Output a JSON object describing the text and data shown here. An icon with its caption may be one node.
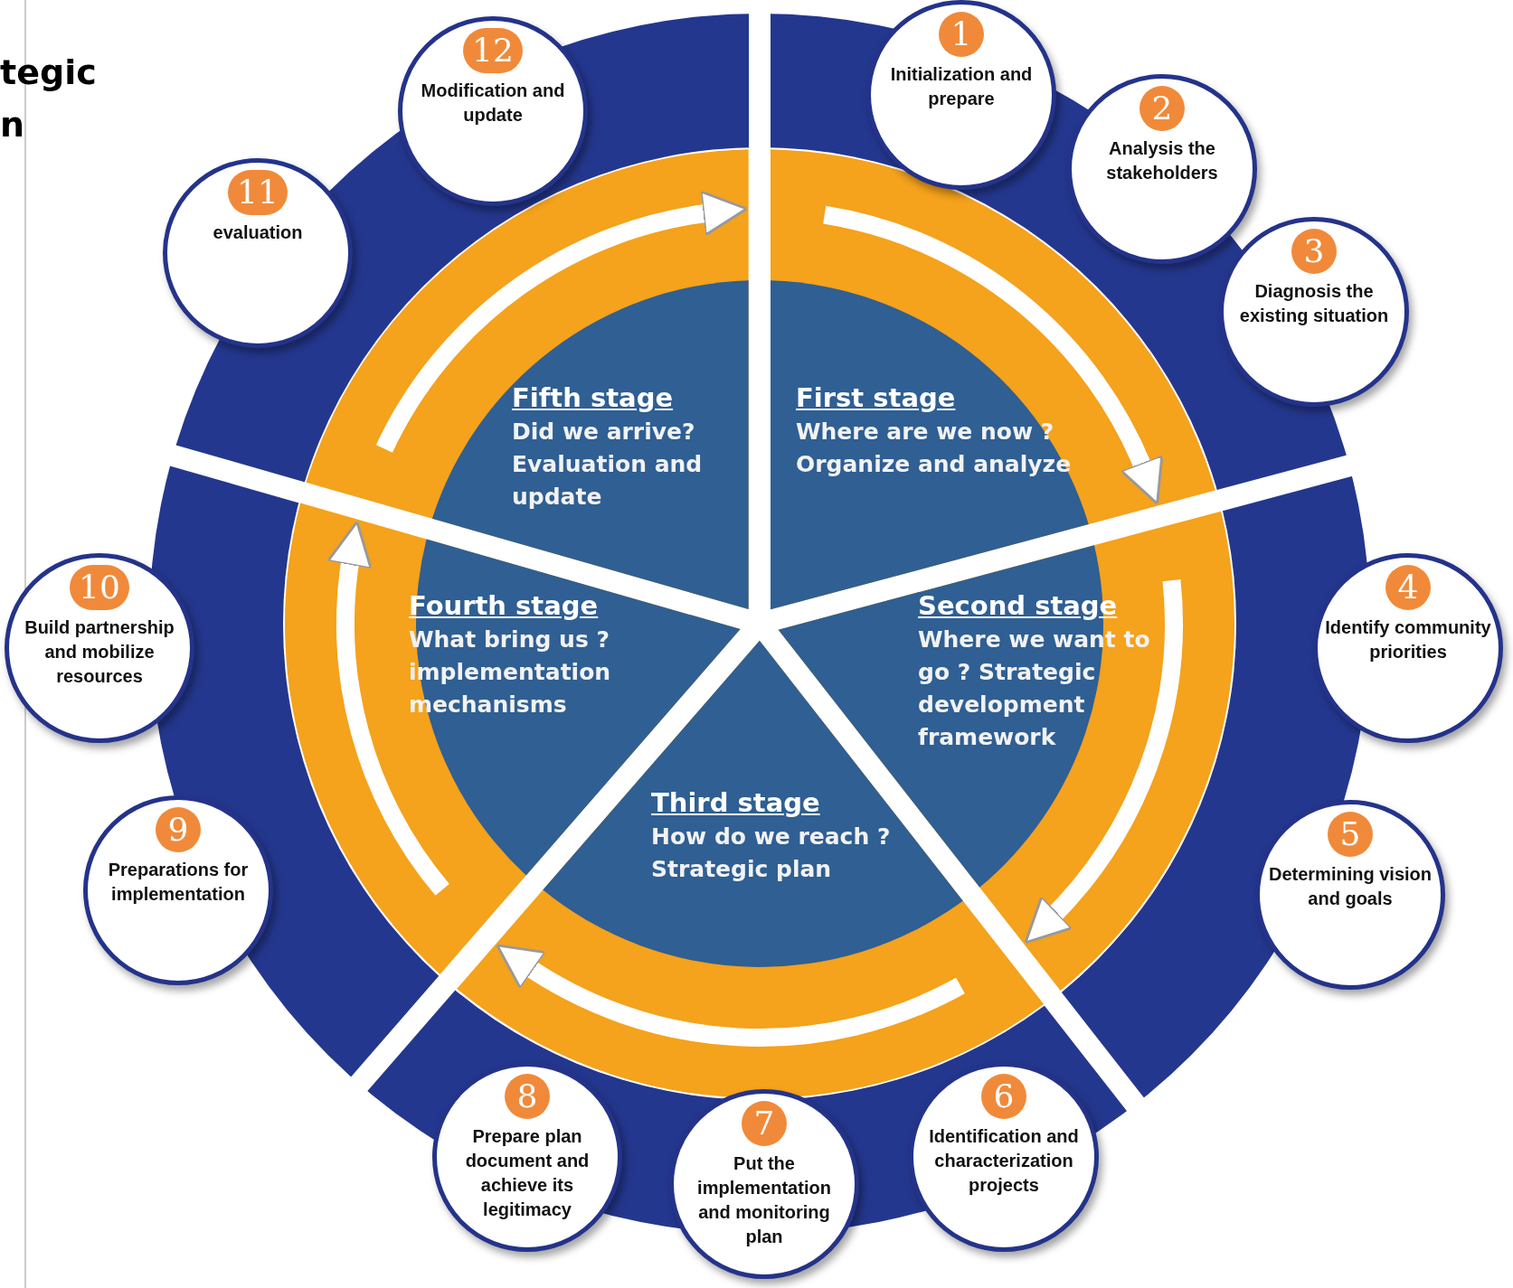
{
  "diagram": {
    "nodes": [
      {
        "text": [
          "First stage",
          "Where are we now ? Organize and analyze"
        ]
      },
      {
        "text": [
          "Second stage",
          "Where we want to go ? Strategic development framework"
        ]
      },
      {
        "text": [
          "Third stage",
          "How do we reach ? Strategic plan"
        ]
      },
      {
        "text": [
          "Fourth stage",
          "What bring us ? implementation mechanisms"
        ]
      },
      {
        "text": [
          "Fifth stage",
          "Did we arrive? Evaluation and update"
        ]
      },
      {
        "text": [
          "1",
          "Initialization and prepare"
        ]
      },
      {
        "text": [
          "2",
          "Analysis the stakeholders"
        ]
      },
      {
        "text": [
          "3",
          "Diagnosis the existing situation"
        ]
      },
      {
        "text": [
          "4",
          "Identify community priorities"
        ]
      },
      {
        "text": [
          "5",
          "Determining vision and goals"
        ]
      },
      {
        "text": [
          "6",
          "Identification and characterization projects"
        ]
      },
      {
        "text": [
          "7",
          "Put the implementation and monitoring plan"
        ]
      },
      {
        "text": [
          "8",
          "Prepare plan document and achieve its legitimacy"
        ]
      },
      {
        "text": [
          "9",
          "Preparations for implementation"
        ]
      },
      {
        "text": [
          "10",
          "Build partnership and mobilize resources"
        ]
      },
      {
        "text": [
          "11",
          "evaluation"
        ]
      },
      {
        "text": [
          "12",
          "Modification and update"
        ]
      }
    ],
    "edges": [
      {
        "from": 0,
        "to": 1,
        "arrow": "to"
      },
      {
        "from": 1,
        "to": 2,
        "arrow": "to"
      },
      {
        "from": 2,
        "to": 3,
        "arrow": "to"
      },
      {
        "from": 3,
        "to": 4,
        "arrow": "to"
      },
      {
        "from": 4,
        "to": 0,
        "arrow": "to"
      }
    ],
    "labels": [
      "tegic",
      "n"
    ]
  }
}
